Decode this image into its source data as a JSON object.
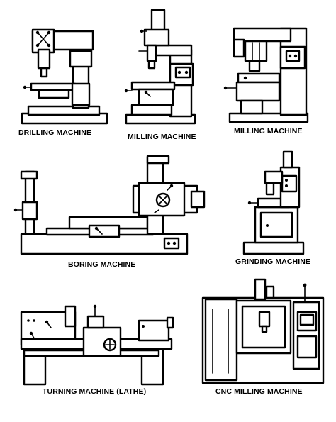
{
  "labels": {
    "drilling": "DRILLING MACHINE",
    "milling1": "MILLING MACHINE",
    "milling2": "MILLING MACHINE",
    "boring": "BORING MACHINE",
    "grinding": "GRINDING MACHINE",
    "lathe": "TURNING MACHINE (LATHE)",
    "cnc": "CNC MILLING MACHINE"
  },
  "colors": {
    "line": "#000000",
    "background": "#ffffff"
  }
}
